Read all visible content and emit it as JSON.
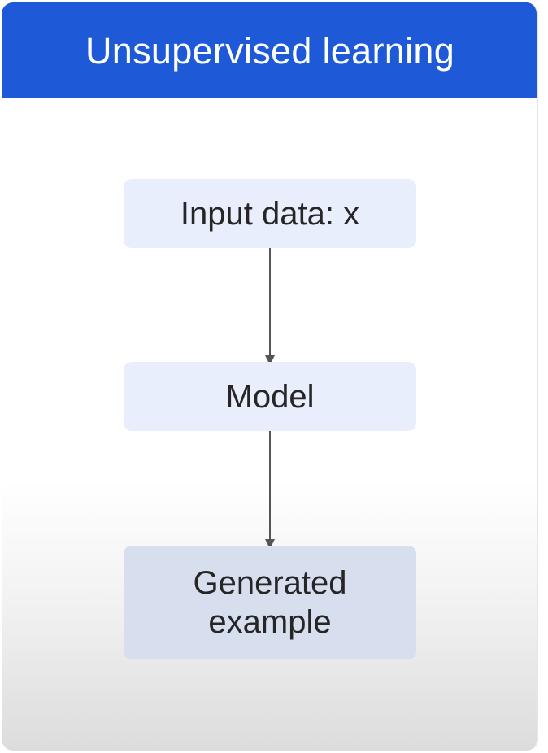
{
  "header": {
    "title": "Unsupervised learning"
  },
  "diagram": {
    "nodes": [
      {
        "id": "input",
        "label": "Input data: x"
      },
      {
        "id": "model",
        "label": "Model"
      },
      {
        "id": "generated",
        "label": "Generated\nexample"
      }
    ],
    "edges": [
      {
        "from": "input",
        "to": "model"
      },
      {
        "from": "model",
        "to": "generated"
      }
    ]
  },
  "colors": {
    "header_bg": "#1e5ad8",
    "node_bg": "#e8eefc",
    "node_bg_bottom": "#d7deee",
    "arrow": "#555555"
  }
}
